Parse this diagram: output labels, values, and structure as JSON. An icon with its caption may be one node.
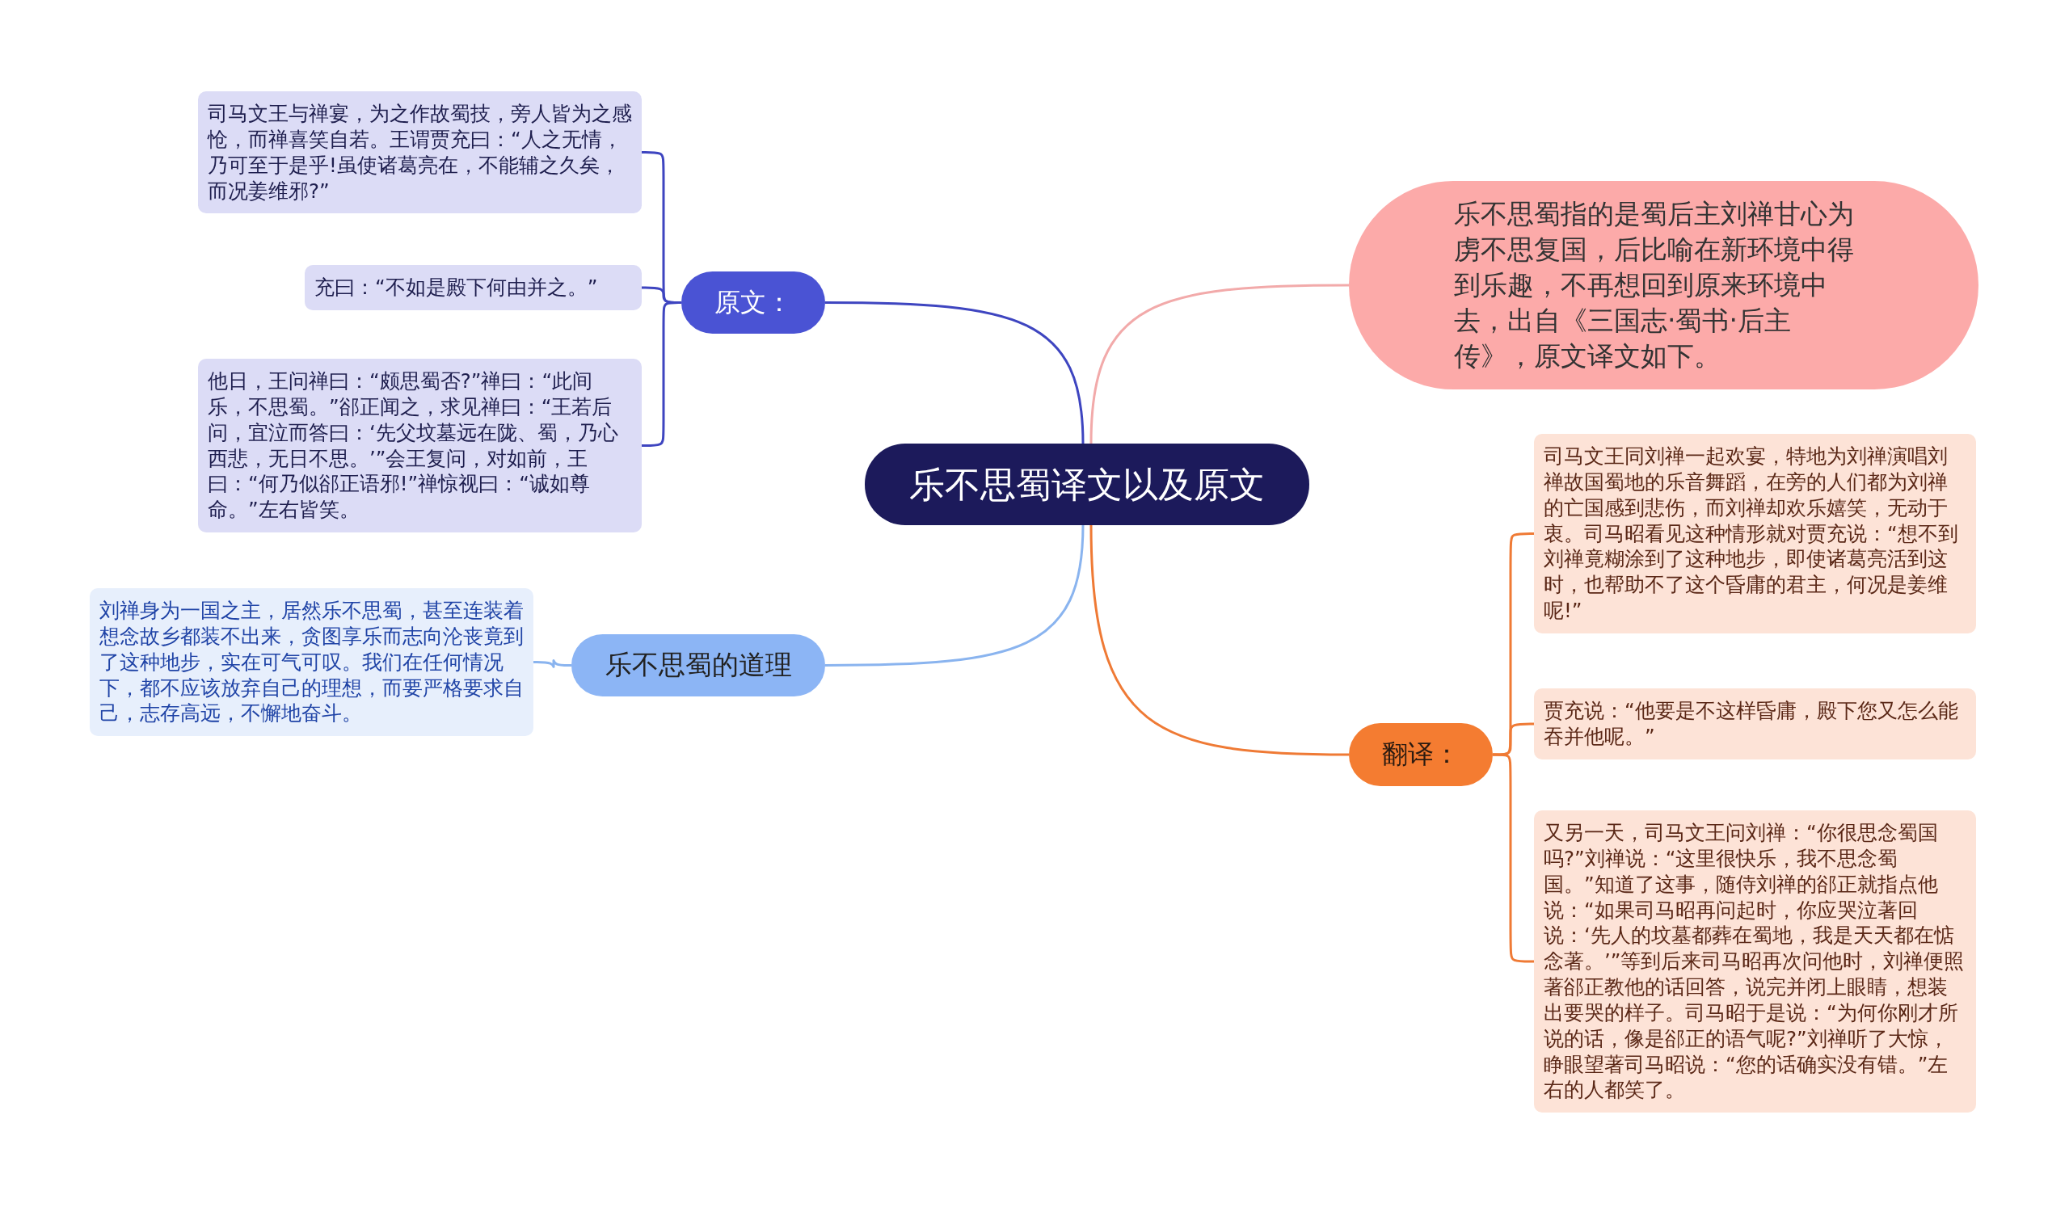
{
  "diagram": {
    "nodes": [
      {
        "text": [
          "乐不思蜀译文以及原文"
        ]
      },
      {
        "text": [
          "原文："
        ]
      },
      {
        "text": [
          "司马文王与禅宴，为之作故蜀技，旁人皆为之感怆，而禅喜笑自若。王谓贾充曰：“人之无情，乃可至于是乎!虽使诸葛亮在，不能辅之久矣，而况姜维邪?”"
        ]
      },
      {
        "text": [
          "充曰：“不如是殿下何由并之。”"
        ]
      },
      {
        "text": [
          "他日，王问禅曰：“颇思蜀否?”禅曰：“此间乐，不思蜀。”郤正闻之，求见禅曰：“王若后问，宜泣而答曰：‘先父坟墓远在陇、蜀，乃心西悲，无日不思。’”会王复问，对如前，王曰：“何乃似郤正语邪!”禅惊视曰：“诚如尊命。”左右皆笑。"
        ]
      },
      {
        "text": [
          "乐不思蜀的道理"
        ]
      },
      {
        "text": [
          "刘禅身为一国之主，居然乐不思蜀，甚至连装着想念故乡都装不出来，贪图享乐而志向沦丧竟到了这种地步，实在可气可叹。我们在任何情况下，都不应该放弃自己的理想，而要严格要求自己，志存高远，不懈地奋斗。"
        ]
      },
      {
        "text": [
          "乐不思蜀指的是蜀后主刘禅甘心为虏不思复国，后比喻在新环境中得到乐趣，不再想回到原来环境中去，出自《三国志·蜀书·后主传》，原文译文如下。"
        ]
      },
      {
        "text": [
          "翻译："
        ]
      },
      {
        "text": [
          "司马文王同刘禅一起欢宴，特地为刘禅演唱刘禅故国蜀地的乐音舞蹈，在旁的人们都为刘禅的亡国感到悲伤，而刘禅却欢乐嬉笑，无动于衷。司马昭看见这种情形就对贾充说：“想不到刘禅竟糊涂到了这种地步，即使诸葛亮活到这时，也帮助不了这个昏庸的君主，何况是姜维呢!”"
        ]
      },
      {
        "text": [
          "贾充说：“他要是不这样昏庸，殿下您又怎么能吞并他呢。”"
        ]
      },
      {
        "text": [
          "又另一天，司马文王问刘禅：“你很思念蜀国吗?”刘禅说：“这里很快乐，我不思念蜀国。”知道了这事，随侍刘禅的郤正就指点他说：“如果司马昭再问起时，你应哭泣著回说：‘先人的坟墓都葬在蜀地，我是天天都在惦念著。’”等到后来司马昭再次问他时，刘禅便照著郤正教他的话回答，说完并闭上眼睛，想装出要哭的样子。司马昭于是说：“为何你刚才所说的话，像是郤正的语气呢?”刘禅听了大惊，睁眼望著司马昭说：“您的话确实没有错。”左右的人都笑了。"
        ]
      }
    ],
    "edges": [
      {
        "from": 0,
        "to": 1,
        "arrow": "none",
        "color": "#3e45c0"
      },
      {
        "from": 1,
        "to": 2,
        "arrow": "none",
        "color": "#3e45c0"
      },
      {
        "from": 1,
        "to": 3,
        "arrow": "none",
        "color": "#3e45c0"
      },
      {
        "from": 1,
        "to": 4,
        "arrow": "none",
        "color": "#3e45c0"
      },
      {
        "from": 0,
        "to": 5,
        "arrow": "none",
        "color": "#8ab4ef"
      },
      {
        "from": 5,
        "to": 6,
        "arrow": "none",
        "color": "#8ab4ef"
      },
      {
        "from": 0,
        "to": 7,
        "arrow": "none",
        "color": "#f2aaaa"
      },
      {
        "from": 0,
        "to": 8,
        "arrow": "none",
        "color": "#ef7a35"
      },
      {
        "from": 8,
        "to": 9,
        "arrow": "none",
        "color": "#ef7a35"
      },
      {
        "from": 8,
        "to": 10,
        "arrow": "none",
        "color": "#ef7a35"
      },
      {
        "from": 8,
        "to": 11,
        "arrow": "none",
        "color": "#ef7a35"
      }
    ]
  }
}
